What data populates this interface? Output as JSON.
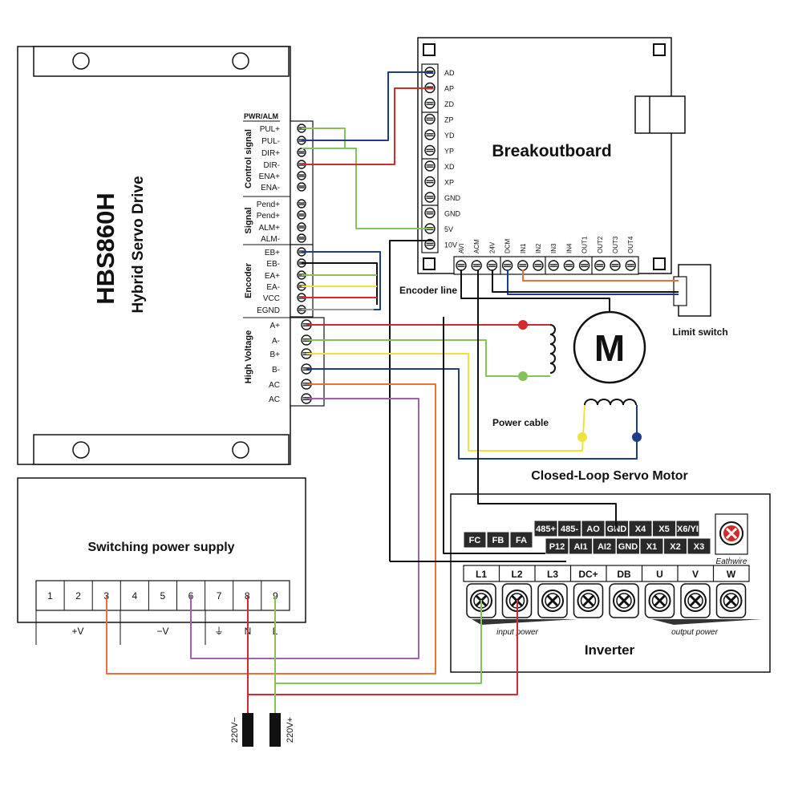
{
  "drive": {
    "title": "HBS860H",
    "subtitle": "Hybrid Servo Drive",
    "pwr_alm": "PWR/ALM",
    "groups": {
      "control": "Control signal",
      "signal": "Signal",
      "encoder": "Encoder",
      "hv": "High Voltage"
    },
    "pins": [
      "PUL+",
      "PUL-",
      "DIR+",
      "DIR-",
      "ENA+",
      "ENA-",
      "Pend+",
      "Pend+",
      "ALM+",
      "ALM-",
      "EB+",
      "EB-",
      "EA+",
      "EA-",
      "VCC",
      "EGND",
      "A+",
      "A-",
      "B+",
      "B-",
      "AC",
      "AC"
    ]
  },
  "breakout": {
    "title": "Breakoutboard",
    "side_pins": [
      "AD",
      "AP",
      "ZD",
      "ZP",
      "YD",
      "YP",
      "XD",
      "XP",
      "GND",
      "GND",
      "5V",
      "10V"
    ],
    "bottom_pins": [
      "AVI",
      "ACM",
      "24V",
      "DCM",
      "IN1",
      "IN2",
      "IN3",
      "IN4",
      "OUT1",
      "OUT2",
      "OUT3",
      "OUT4"
    ]
  },
  "limit_switch": "Limit switch",
  "encoder_line": "Encoder line",
  "power_cable": "Power cable",
  "motor": {
    "symbol": "M",
    "label": "Closed-Loop Servo Motor"
  },
  "psu": {
    "title": "Switching power supply",
    "terminals": [
      "1",
      "2",
      "3",
      "4",
      "5",
      "6",
      "7",
      "8",
      "9"
    ],
    "groups": [
      "+V",
      "−V",
      "⏚",
      "N",
      "L"
    ]
  },
  "inverter": {
    "title": "Inverter",
    "small_keys": [
      "FC",
      "FB",
      "FA"
    ],
    "top_row": [
      "485+",
      "485-",
      "AO",
      "GND",
      "X4",
      "X5",
      "X6/YI"
    ],
    "bottom_row": [
      "P12",
      "AI1",
      "AI2",
      "GND",
      "X1",
      "X2",
      "X3"
    ],
    "power_terms": [
      "L1",
      "L2",
      "L3",
      "DC+",
      "DB",
      "U",
      "V",
      "W"
    ],
    "input_power": "input power",
    "output_power": "output power",
    "earth": "Eathwire"
  },
  "mains": {
    "neg": "220V−",
    "pos": "220V+"
  },
  "colors": {
    "red": "#d42a2a",
    "green": "#86c25a",
    "blue": "#1c3e8a",
    "yellow": "#f0e040",
    "orange": "#e8703a",
    "purple": "#a060b0",
    "black": "#111111",
    "grey": "#999999"
  }
}
